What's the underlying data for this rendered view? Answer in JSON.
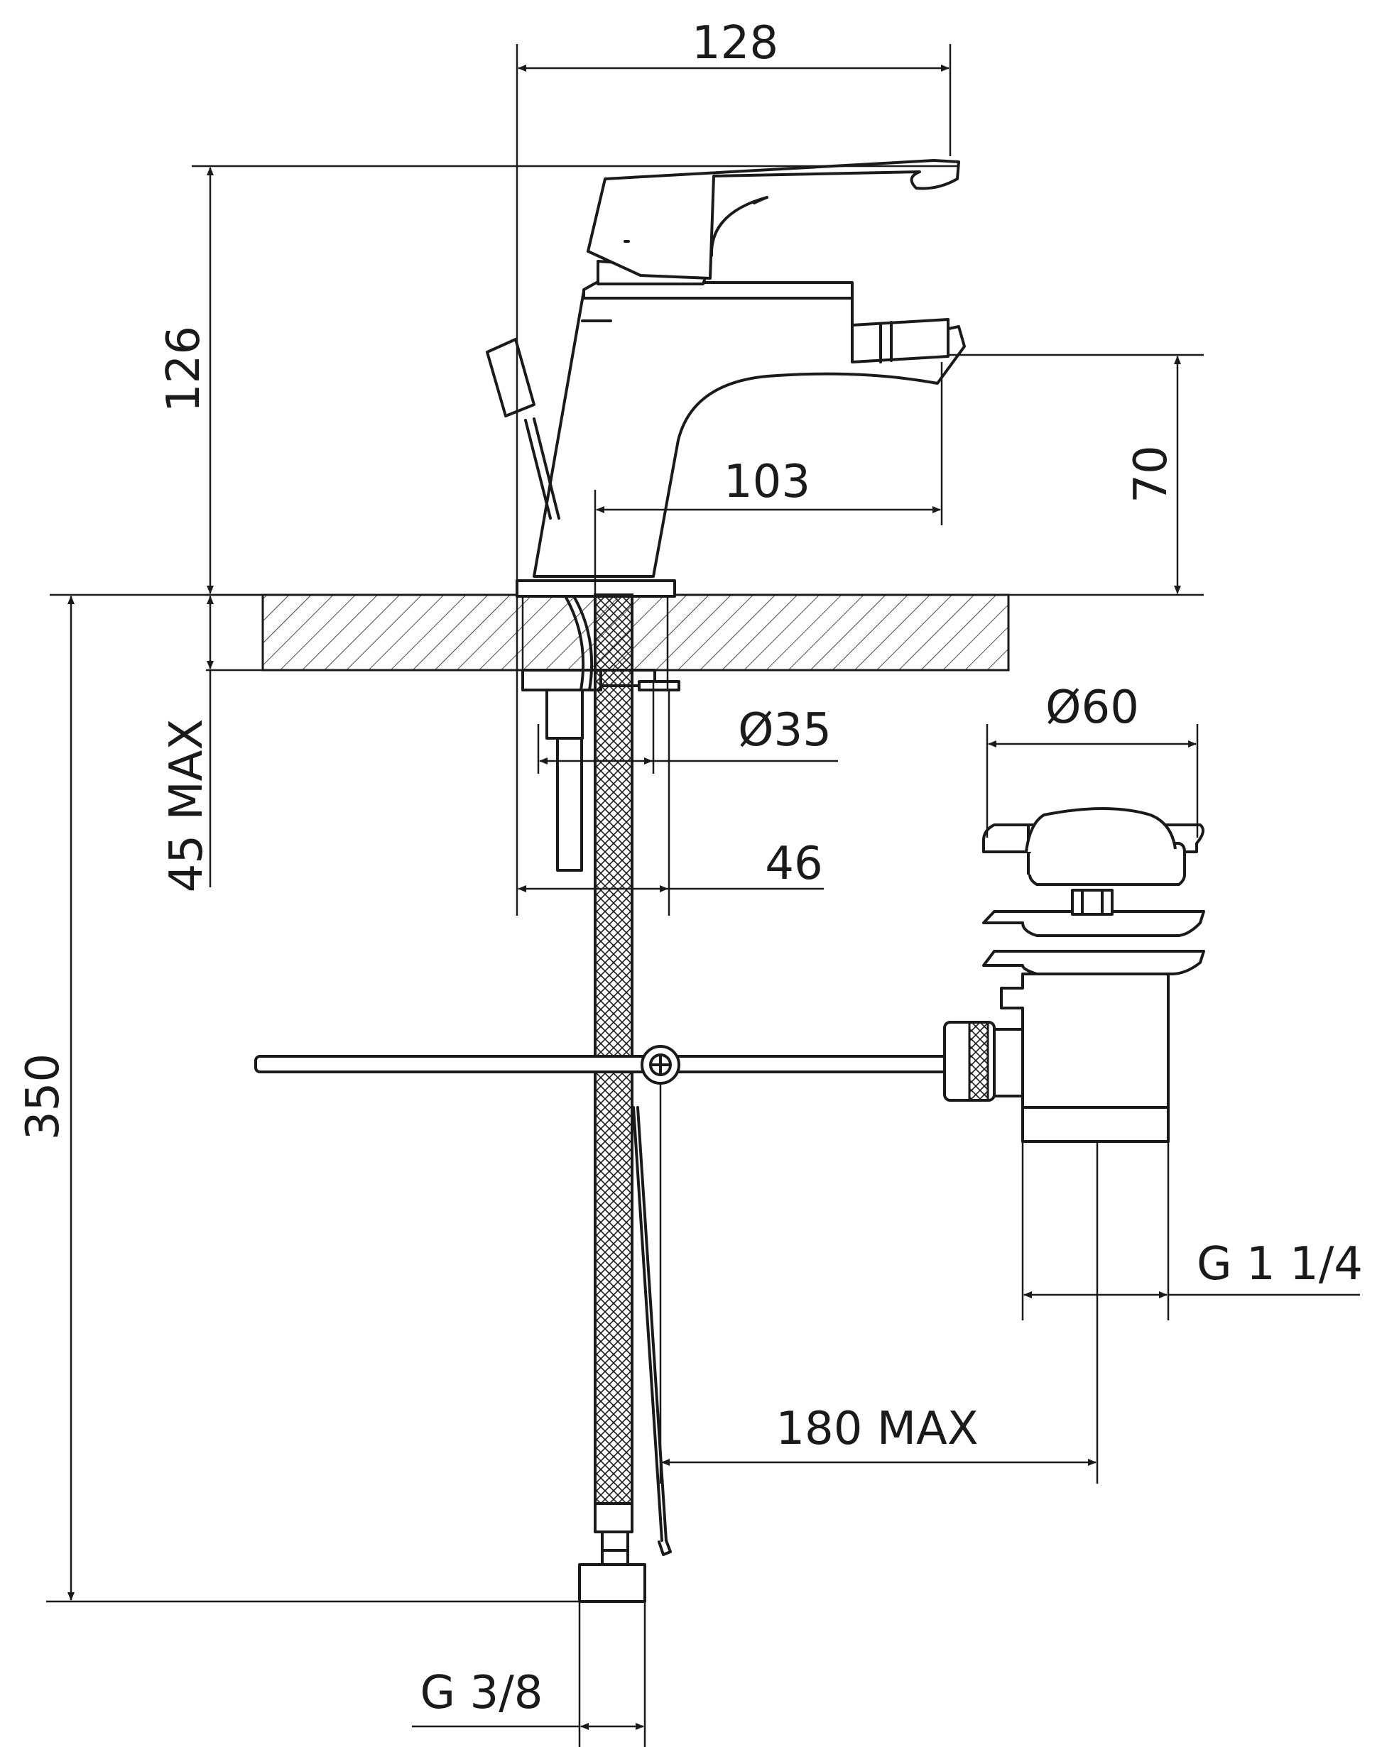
{
  "dimensions": {
    "total_width": "128",
    "body_height": "126",
    "spout_height": "70",
    "spout_reach": "103",
    "hole_diameter": "Ø35",
    "base_diameter": "46",
    "deck_thickness": "45 MAX",
    "waste_flange_diameter": "Ø60",
    "waste_thread": "G 1 1/4",
    "rod_length": "180 MAX",
    "overall_height": "350",
    "inlet_thread": "G 3/8"
  },
  "colors": {
    "line": "#1a1a1a",
    "background": "#ffffff"
  }
}
